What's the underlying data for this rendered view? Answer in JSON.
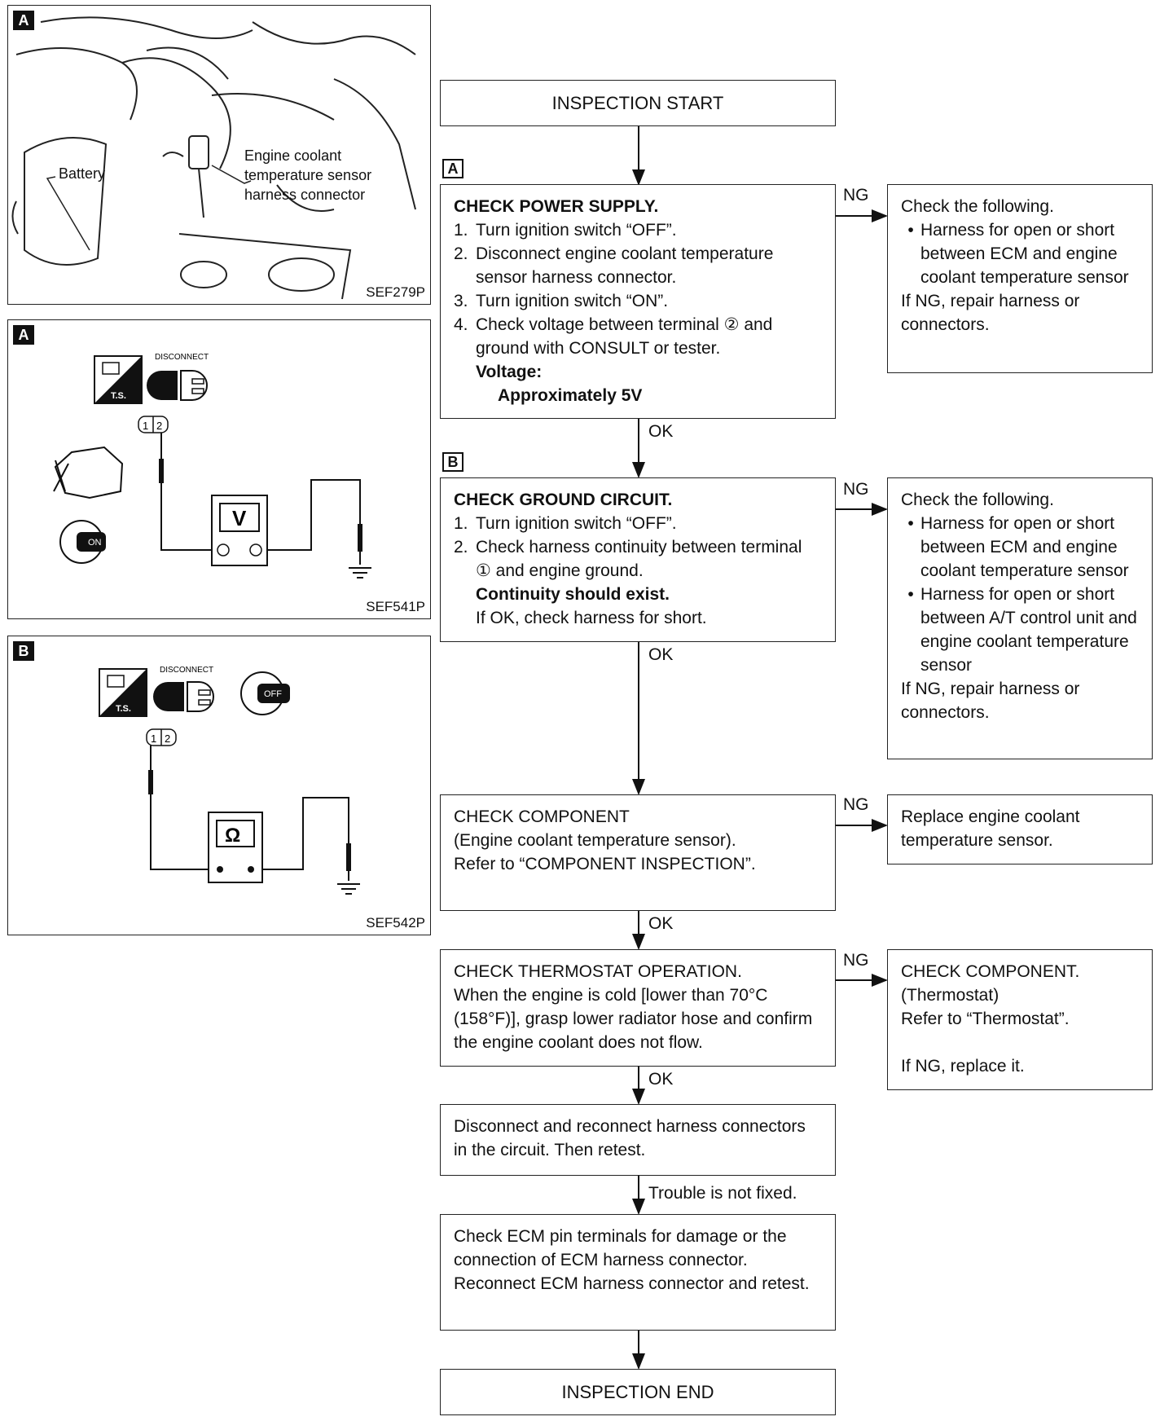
{
  "panels": [
    {
      "tag": "A",
      "code": "SEF279P",
      "labels": {
        "battery": "Battery",
        "sensor": "Engine coolant temperature sensor harness connector"
      }
    },
    {
      "tag": "A",
      "code": "SEF541P",
      "labels": {
        "disconnect": "DISCONNECT",
        "ts": "T.S.",
        "meter": "V",
        "ignition": "ON",
        "pins": [
          "1",
          "2"
        ]
      }
    },
    {
      "tag": "B",
      "code": "SEF542P",
      "labels": {
        "disconnect": "DISCONNECT",
        "ts": "T.S.",
        "meter": "Ω",
        "ignition": "OFF",
        "pins": [
          "1",
          "2"
        ]
      }
    }
  ],
  "flow": {
    "start": "INSPECTION START",
    "end": "INSPECTION END",
    "ok": "OK",
    "ng": "NG",
    "power_tag": "A",
    "ground_tag": "B",
    "power_supply": {
      "title": "CHECK POWER SUPPLY.",
      "steps": [
        "Turn ignition switch “OFF”.",
        "Disconnect engine coolant temperature sensor harness connector.",
        "Turn ignition switch “ON”.",
        "Check voltage between terminal ② and ground with CONSULT or tester."
      ],
      "voltage_label": "Voltage:",
      "voltage_value": "Approximately 5V"
    },
    "power_ng": {
      "title": "Check the following.",
      "bullets": [
        "Harness for open or short between ECM and engine coolant temperature sensor"
      ],
      "footer": "If NG, repair harness or connectors."
    },
    "ground_circuit": {
      "title": "CHECK GROUND CIRCUIT.",
      "steps": [
        "Turn ignition switch “OFF”.",
        "Check harness continuity between terminal ① and engine ground."
      ],
      "continuity": "Continuity should exist.",
      "ok_note": "If OK, check harness for short."
    },
    "ground_ng": {
      "title": "Check the following.",
      "bullets": [
        "Harness for open or short between ECM and engine coolant temperature sensor",
        "Harness for open or short between A/T control unit and engine coolant temperature sensor"
      ],
      "footer": "If NG, repair harness or connectors."
    },
    "component": {
      "lines": [
        "CHECK COMPONENT",
        "(Engine coolant temperature sensor).",
        "Refer to “COMPONENT INSPECTION”."
      ]
    },
    "component_ng": {
      "text": "Replace engine coolant temperature sensor."
    },
    "thermostat": {
      "lines": [
        "CHECK THERMOSTAT OPERATION.",
        "When the engine is cold [lower than 70°C (158°F)], grasp lower radiator hose and confirm the engine coolant does not flow."
      ]
    },
    "thermostat_ng": {
      "lines": [
        "CHECK COMPONENT.",
        "(Thermostat)",
        "Refer to “Thermostat”.",
        "If NG, replace it."
      ]
    },
    "reconnect": {
      "text": "Disconnect and reconnect harness connectors in the circuit. Then retest."
    },
    "trouble_label": "Trouble is not fixed.",
    "ecm": {
      "text": "Check ECM pin terminals for damage or the connection of ECM harness connector. Reconnect ECM harness connector and retest."
    }
  }
}
